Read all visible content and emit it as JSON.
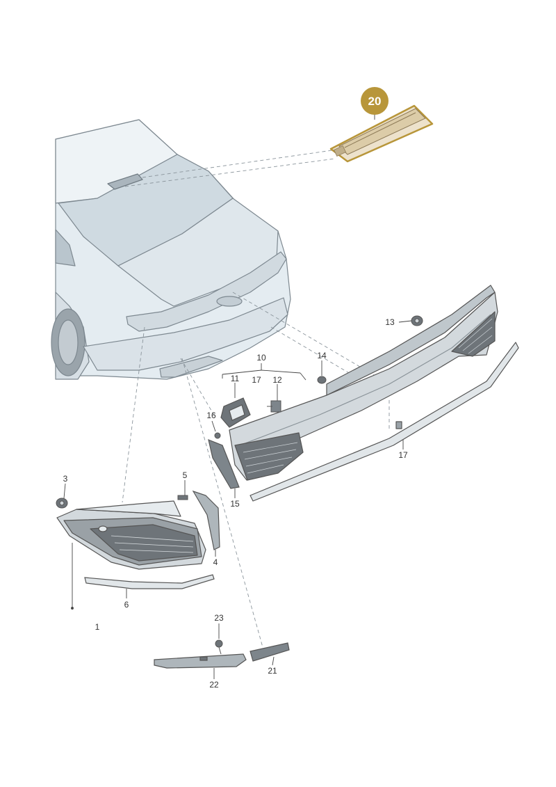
{
  "diagram": {
    "callout": {
      "label": "20",
      "color": "#B8963A"
    },
    "part_labels": {
      "p1": "1",
      "p3": "3",
      "p4": "4",
      "p5": "5",
      "p6": "6",
      "p10": "10",
      "p11": "11",
      "p12": "12",
      "p13": "13",
      "p14": "14",
      "p15": "15",
      "p16": "16",
      "p17a": "17",
      "p17b": "17",
      "p21": "21",
      "p22": "22",
      "p23": "23"
    },
    "colors": {
      "car_body": "#E4ECF1",
      "line": "#555555",
      "part_fill": "#C9D0D5",
      "part_dark": "#6E7479",
      "highlight_fill": "#EDE2CC"
    }
  }
}
